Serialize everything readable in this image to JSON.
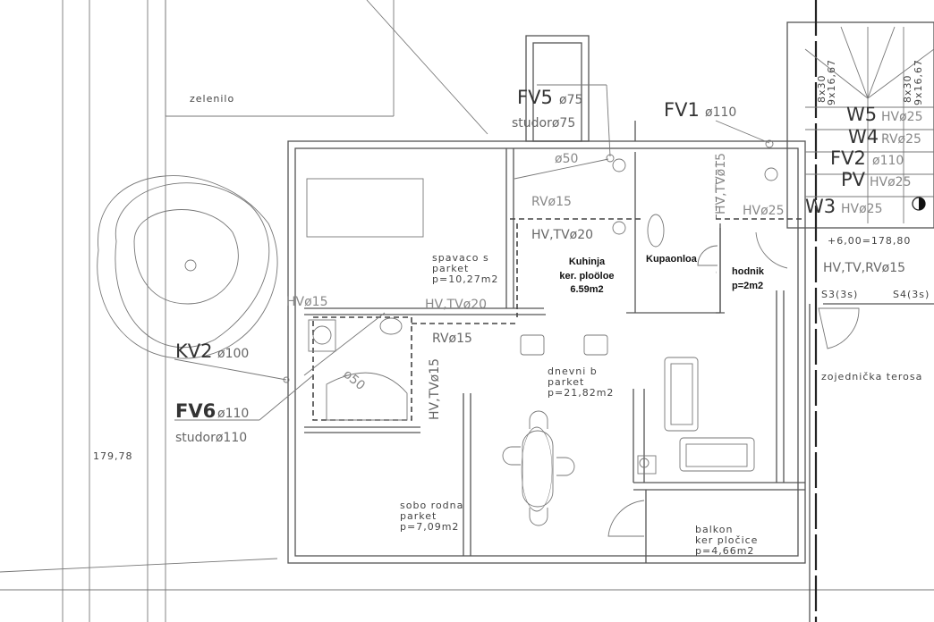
{
  "site": {
    "greenery": "zelenilo",
    "elevation_left": "179,78"
  },
  "pipes": {
    "fv5": {
      "code": "FV5",
      "size": "ø75",
      "note": "studorø75"
    },
    "fv1": {
      "code": "FV1",
      "size": "ø110"
    },
    "w5": {
      "code": "W5",
      "size": "HVø25"
    },
    "w4": {
      "code": "W4",
      "size": "RVø25"
    },
    "fv2": {
      "code": "FV2",
      "size": "ø110"
    },
    "pv": {
      "code": "PV",
      "size": "HVø25"
    },
    "w3": {
      "code": "W3",
      "size": "HVø25"
    },
    "kv2": {
      "code": "KV2",
      "size": "ø100"
    },
    "fv6": {
      "code": "FV6",
      "size": "ø110",
      "note": "studorø110"
    },
    "kitchen_drain": "ø50",
    "bath_drain": "ø50",
    "rv15_kitchen": "RVø15",
    "hvtv20_kitchen": "HV,TVø20",
    "hvtv15_bath": "HV,TVø15",
    "hv25_bath": "HVø25",
    "hv15_left": "HVø15",
    "hvtv20_bedroom": "HV,TVø20",
    "rv15_bedroom": "RVø15",
    "hvtv15_wc": "HV,TVø15"
  },
  "stair": {
    "dim1a": "8x30",
    "dim1b": "9x16,67",
    "dim2a": "8x30",
    "dim2b": "9x16,67",
    "level": "+6,00=178,80",
    "pipes": "HV,TV,RVø15",
    "s3": "S3(3s)",
    "s4": "S4(3s)",
    "terrace": "zojednička terosa"
  },
  "rooms": {
    "bedroom": {
      "name": "spavaco s",
      "floor": "parket",
      "area": "p=10,27m2"
    },
    "kitchen": {
      "name": "Kuhinja",
      "floor": "ker. ploöloe",
      "area": "6.59m2"
    },
    "bathroom": {
      "name": "Kupaonloa"
    },
    "hall": {
      "name": "hodnik",
      "area": "p=2m2"
    },
    "living": {
      "name": "dnevni b",
      "floor": "parket",
      "area": "p=21,82m2"
    },
    "study": {
      "name": "sobo rodna",
      "floor": "parket",
      "area": "p=7,09m2"
    },
    "balcony": {
      "name": "balkon",
      "floor": "ker pločice",
      "area": "p=4,66m2"
    }
  }
}
